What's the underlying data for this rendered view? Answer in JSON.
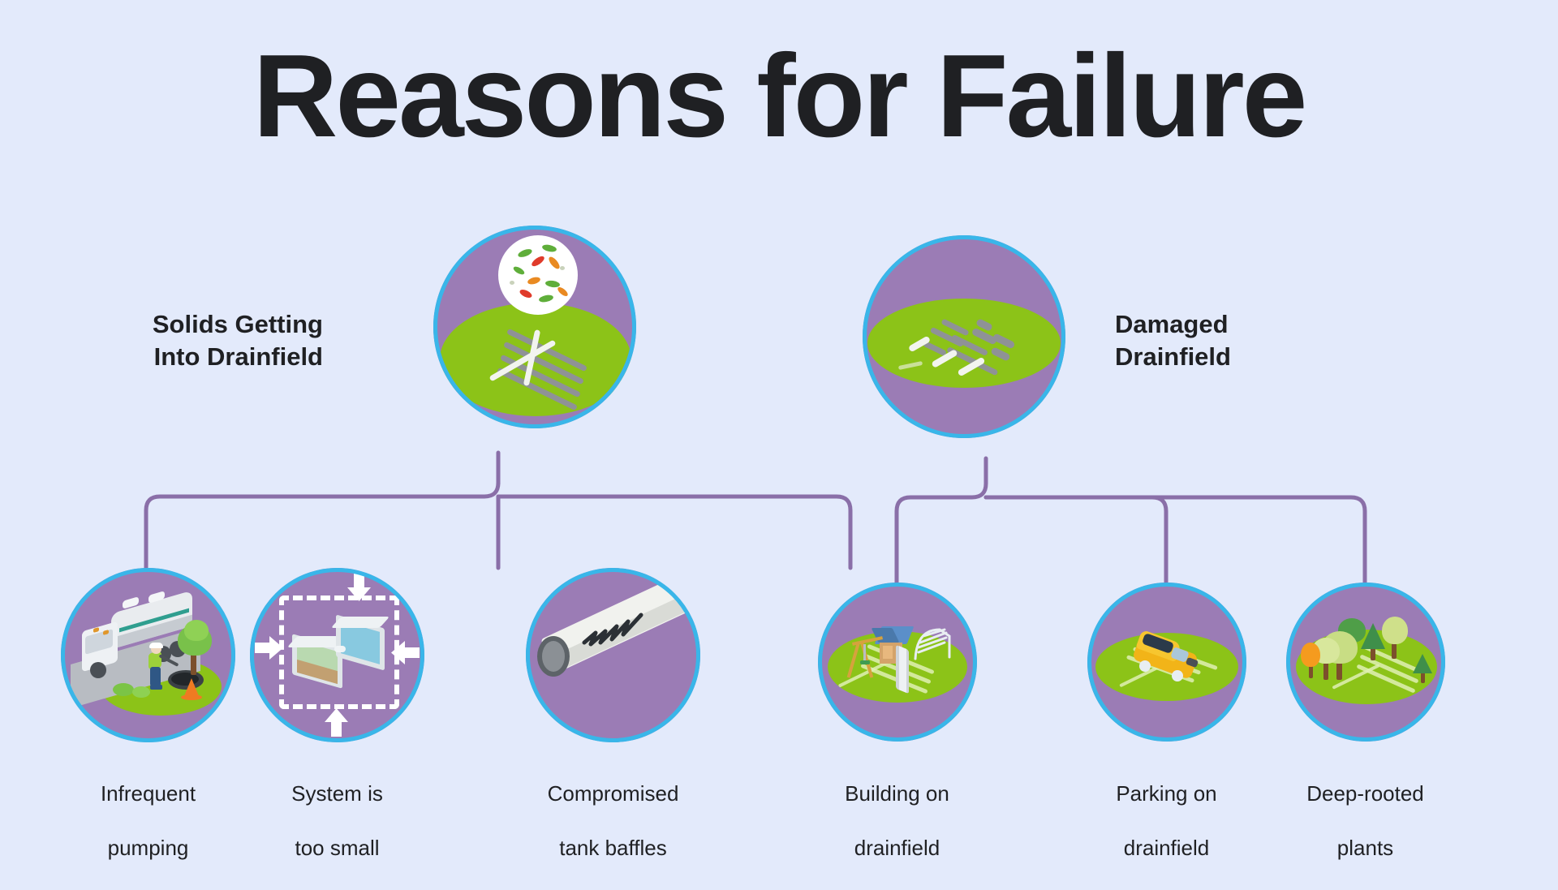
{
  "page": {
    "title": "Reasons for Failure",
    "background_color": "#e3eafb",
    "text_color": "#1f2023",
    "accent_ring_color": "#39b6e9",
    "bubble_color": "#9b7cb5",
    "ground_color": "#8cc318",
    "connector_color": "#8a6fa8"
  },
  "branches": [
    {
      "id": "solids-getting-into-drainfield",
      "label": "Solids Getting\nInto Drainfield",
      "label_line1": "Solids Getting",
      "label_line2": "Into Drainfield",
      "icon": "drainfield-with-magnifier-icon",
      "children": [
        {
          "id": "infrequent-pumping",
          "caption": "Infrequent\npumping",
          "caption_line1": "Infrequent",
          "caption_line2": "pumping",
          "icon": "septic-pump-truck-icon"
        },
        {
          "id": "system-too-small",
          "caption": "System is\ntoo small",
          "caption_line1": "System is",
          "caption_line2": "too small",
          "icon": "undersized-septic-tank-icon"
        },
        {
          "id": "compromised-baffles",
          "caption": "Compromised\ntank baffles",
          "caption_line1": "Compromised",
          "caption_line2": "tank baffles",
          "icon": "cracked-pipe-icon"
        }
      ]
    },
    {
      "id": "damaged-drainfield",
      "label": "Damaged\nDrainfield",
      "label_line1": "Damaged",
      "label_line2": "Drainfield",
      "icon": "broken-drainfield-icon",
      "children": [
        {
          "id": "building-on-drainfield",
          "caption": "Building on\ndrainfield",
          "caption_line1": "Building on",
          "caption_line2": "drainfield",
          "icon": "playground-icon"
        },
        {
          "id": "parking-on-drainfield",
          "caption": "Parking on\ndrainfield",
          "caption_line1": "Parking on",
          "caption_line2": "drainfield",
          "icon": "parked-car-icon"
        },
        {
          "id": "deep-rooted-plants",
          "caption": "Deep-rooted\nplants",
          "caption_line1": "Deep-rooted",
          "caption_line2": "plants",
          "icon": "trees-icon"
        }
      ]
    }
  ]
}
